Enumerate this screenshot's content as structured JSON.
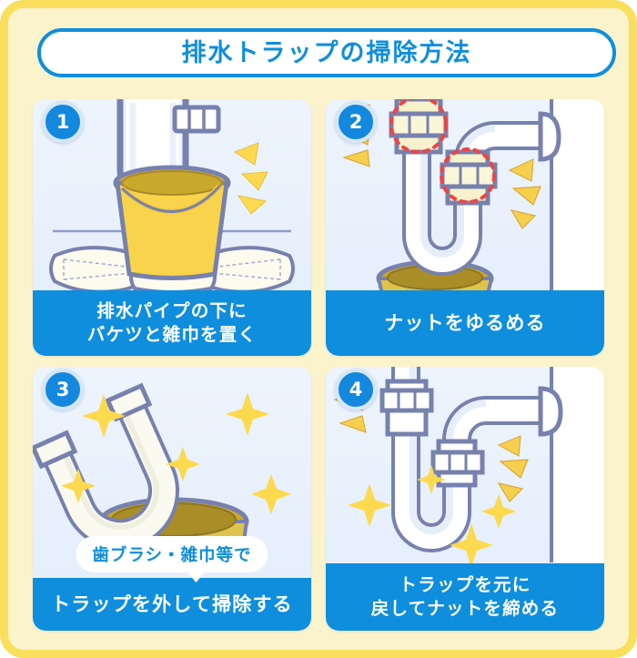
{
  "header": {
    "title": "排水トラップの掃除方法"
  },
  "colors": {
    "frame_border": "#F9DF5C",
    "frame_bg": "#FBF3CC",
    "accent_blue": "#0F8EDD",
    "badge_blue": "#1388DE",
    "panel_bg": "#E8F1FC",
    "pipe_outline": "#7781AE",
    "pipe_fill": "#FFFFFF",
    "bucket_yellow": "#F9D34B",
    "drain_gold": "#B8962F",
    "sparkle_yellow": "#FCD94E",
    "highlight_red": "#EE4444",
    "cloth_cream": "#FDFBEE",
    "caption_text": "#FFFFFF"
  },
  "panels": [
    {
      "number": "1",
      "caption_lines": [
        "排水パイプの下に",
        "バケツと雑巾を置く"
      ],
      "bubble": null,
      "scene_items": [
        "u-pipe",
        "nut",
        "bucket",
        "cloth-left",
        "cloth-right",
        "sparkle-burst"
      ]
    },
    {
      "number": "2",
      "caption_lines": [
        "ナットをゆるめる"
      ],
      "bubble": null,
      "scene_items": [
        "s-trap-pipe",
        "nut-upper",
        "nut-lower",
        "highlight-circle-upper",
        "highlight-circle-lower",
        "drain-opening",
        "wall",
        "burst-left",
        "burst-right"
      ]
    },
    {
      "number": "3",
      "caption_lines": [
        "トラップを外して掃除する"
      ],
      "bubble": "歯ブラシ・雑巾等で",
      "scene_items": [
        "detached-u-trap",
        "drain-opening",
        "sparkle-1",
        "sparkle-2",
        "sparkle-3",
        "sparkle-4",
        "sparkle-5"
      ]
    },
    {
      "number": "4",
      "caption_lines": [
        "トラップを元に",
        "戻してナットを締める"
      ],
      "bubble": null,
      "scene_items": [
        "s-trap-pipe",
        "nut-upper",
        "nut-lower",
        "wall",
        "burst-left",
        "burst-right",
        "sparkle-1",
        "sparkle-2",
        "sparkle-3",
        "sparkle-4"
      ]
    }
  ]
}
